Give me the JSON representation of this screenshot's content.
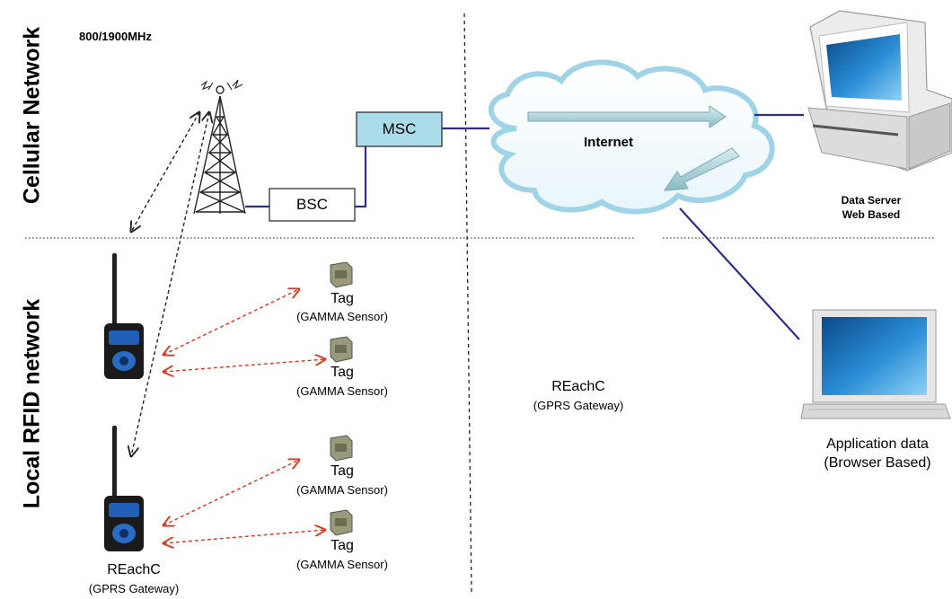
{
  "sections": {
    "cellular": "Cellular Network",
    "local": "Local RFID network"
  },
  "frequency": "800/1900MHz",
  "nodes": {
    "msc": "MSC",
    "bsc": "BSC",
    "internet": "Internet",
    "server_line1": "Data Server",
    "server_line2": "Web Based",
    "app_line1": "Application data",
    "app_line2": "(Browser Based)"
  },
  "tags": [
    {
      "title": "Tag",
      "subtitle": "(GAMMA Sensor)"
    },
    {
      "title": "Tag",
      "subtitle": "(GAMMA Sensor)"
    },
    {
      "title": "Tag",
      "subtitle": "(GAMMA Sensor)"
    },
    {
      "title": "Tag",
      "subtitle": "(GAMMA Sensor)"
    }
  ],
  "gateway_middle": {
    "title": "REachC",
    "subtitle": "(GPRS Gateway)"
  },
  "gateway_bottom": {
    "title": "REachC",
    "subtitle": "(GPRS Gateway)"
  },
  "colors": {
    "msc_fill": "#a9dbe8",
    "link_line": "#2b2e8c",
    "rfid_arrow": "#e0341c",
    "cell_arrow": "#222222",
    "cloud": "#9fd3e6"
  }
}
